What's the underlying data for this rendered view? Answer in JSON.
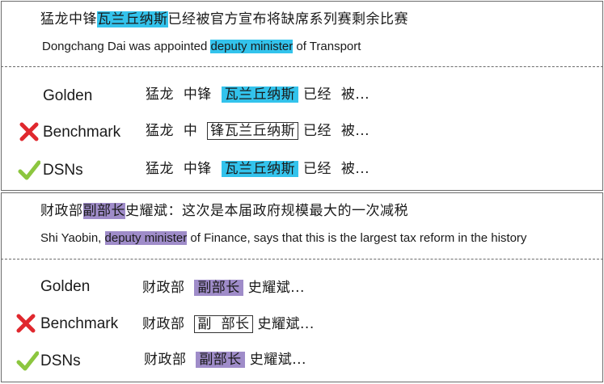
{
  "example1": {
    "sentence_zh": {
      "pre": "猛龙中锋",
      "hl": "瓦兰丘纳斯",
      "post": "已经被官方宣布将缺席系列赛剩余比赛"
    },
    "sentence_en": {
      "pre": "Dongchang Dai was appointed ",
      "hl": "deputy minister",
      "post": " of Transport"
    },
    "rows": [
      {
        "label": "Golden",
        "tokens": [
          "猛龙",
          "中锋"
        ],
        "span": "瓦兰丘纳斯",
        "after": [
          "已经",
          "被..."
        ]
      },
      {
        "label": "Benchmark",
        "tokens": [
          "猛龙",
          "中"
        ],
        "span": "锋瓦兰丘纳斯",
        "after": [
          "已经",
          "被..."
        ]
      },
      {
        "label": "DSNs",
        "tokens": [
          "猛龙",
          "中锋"
        ],
        "span": "瓦兰丘纳斯",
        "after": [
          "已经",
          "被..."
        ]
      }
    ]
  },
  "example2": {
    "sentence_zh": {
      "pre": "财政部",
      "hl": "副部长",
      "post": "史耀斌：这次是本届政府规模最大的一次减税"
    },
    "sentence_en": {
      "pre": "Shi Yaobin, ",
      "hl": "deputy minister",
      "post": " of Finance,  says that this is  the largest tax reform in the history"
    },
    "rows": [
      {
        "label": "Golden",
        "pre": "财政部",
        "span": "副部长",
        "after": "史耀斌..."
      },
      {
        "label": "Benchmark",
        "pre": "财政部",
        "span": "副  部长",
        "after": "史耀斌..."
      },
      {
        "label": "DSNs",
        "pre": "财政部",
        "span": "副部长",
        "after": "史耀斌..."
      }
    ]
  },
  "icons": {
    "wrong": "red-x-icon",
    "right": "green-check-icon"
  },
  "colors": {
    "highlight_blue": "#33c3ec",
    "highlight_purple": "#9f8cc9",
    "cross": "#e0282e",
    "check": "#8cc63f"
  }
}
